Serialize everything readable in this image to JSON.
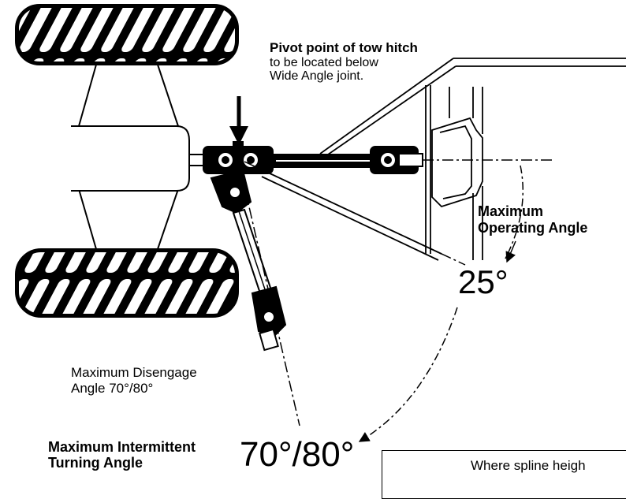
{
  "labels": {
    "pivot_title": "Pivot point of tow hitch",
    "pivot_line2": "to be located below",
    "pivot_line3": "Wide Angle joint.",
    "operating_line1": "Maximum",
    "operating_line2": "Operating Angle",
    "operating_value": "25°",
    "disengage_line1": "Maximum Disengage",
    "disengage_line2": "Angle 70°/80°",
    "intermittent_line1": "Maximum Intermittent",
    "intermittent_line2": "Turning Angle",
    "intermittent_value": "70°/80°",
    "note_text": "Where spline heigh"
  },
  "colors": {
    "ink": "#000000",
    "paper": "#ffffff"
  }
}
